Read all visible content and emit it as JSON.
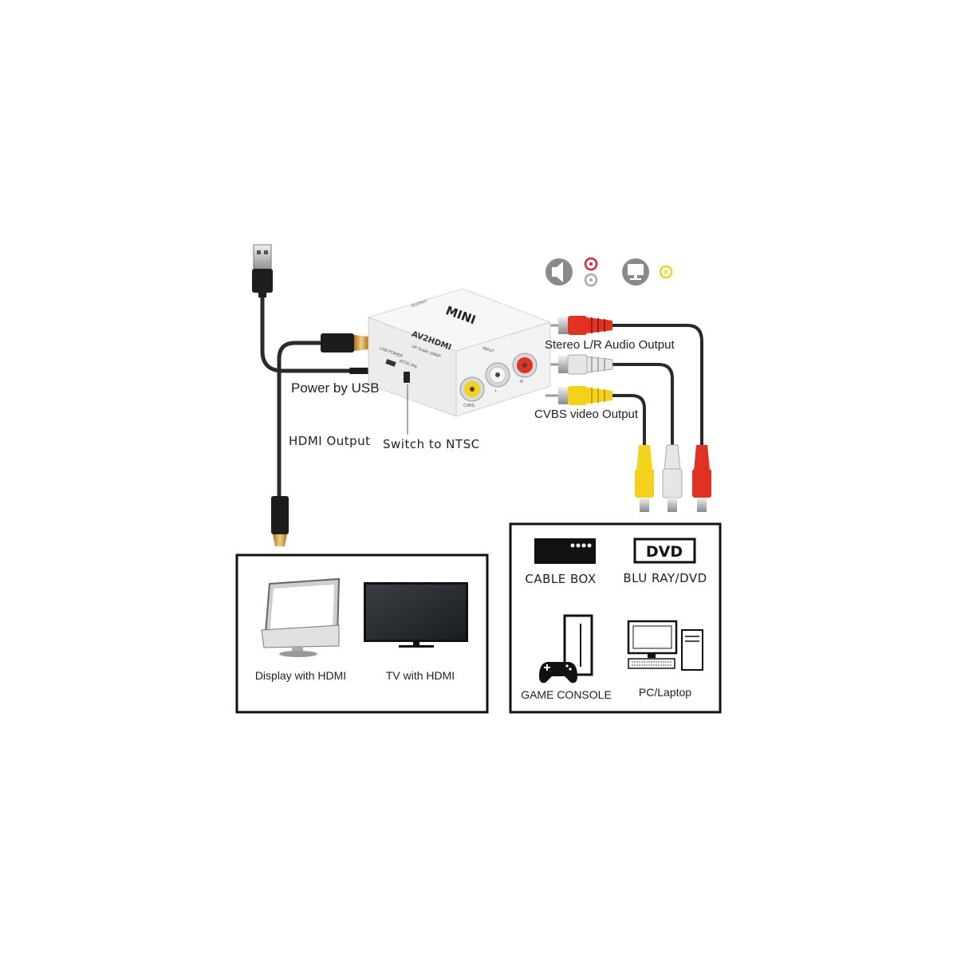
{
  "adapter": {
    "brand": "MINI",
    "model": "AV2HDMI",
    "spec": "UP Scaler 1080P",
    "port_output": "OUTPUT",
    "port_input": "INPUT",
    "port_power": "USB POWER",
    "switch_text": "NTSC PAL",
    "jack_cvbs": "CVBS",
    "jack_l": "L",
    "jack_r": "R"
  },
  "labels": {
    "power": "Power by USB",
    "hdmi_output": "HDMI Output",
    "switch": "Switch to NTSC",
    "audio": "Stereo L/R Audio Output",
    "video": "CVBS video Output"
  },
  "output_devices": [
    {
      "label": "Display with HDMI",
      "icon": "monitor-icon"
    },
    {
      "label": "TV with HDMI",
      "icon": "tv-icon"
    }
  ],
  "input_devices": [
    {
      "label": "CABLE BOX",
      "icon": "cable-box-icon"
    },
    {
      "label": "BLU RAY/DVD",
      "icon": "dvd-icon",
      "badge": "DVD"
    },
    {
      "label": "GAME CONSOLE",
      "icon": "game-console-icon"
    },
    {
      "label": "PC/Laptop",
      "icon": "pc-icon"
    }
  ],
  "colors": {
    "rca_red": "#e03222",
    "rca_white": "#e6e6e6",
    "rca_yellow": "#f4d21c",
    "cable": "#2a2a2a",
    "hdmi_gold": "#d9a441"
  }
}
